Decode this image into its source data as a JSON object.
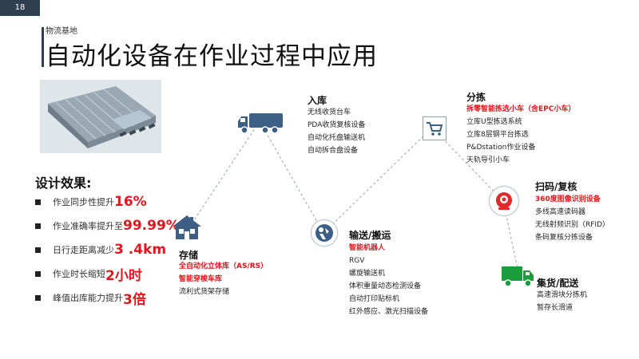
{
  "page": {
    "number": "18",
    "section": "物流基地",
    "title": "自动化设备在作业过程中应用"
  },
  "effects": {
    "title": "设计效果:",
    "items": [
      {
        "label": "作业同步性提升",
        "highlight": "16%"
      },
      {
        "label": "作业准确率提升至",
        "highlight": "99.99%"
      },
      {
        "label": "日行走距离减少",
        "highlight": "3 .4km"
      },
      {
        "label": "作业时长缩短",
        "highlight": "2小时"
      },
      {
        "label": "峰值出库能力提升",
        "highlight": "3倍"
      }
    ]
  },
  "nodes": {
    "inbound": {
      "title": "入库",
      "items": [
        "无线收货台车",
        "PDA收货复核设备",
        "自动化托盘输送机",
        "自动拆合盘设备"
      ]
    },
    "sorting": {
      "title": "分拣",
      "highlight": "拆零智能拣选小车（含EPC小车）",
      "items": [
        "立库U型拣选系统",
        "立库8层钢平台拣选",
        "P&Dstation作业设备",
        "天轨导引小车"
      ]
    },
    "storage": {
      "title": "存储",
      "highlights": [
        "全自动化立体库（AS/RS）",
        "智能穿梭车库"
      ],
      "items": [
        "流利式货架存储"
      ]
    },
    "conveying": {
      "title": "输送/搬运",
      "highlight": "智能机器人",
      "items": [
        "RGV",
        "螺旋输送机",
        "体积重量动态检测设备",
        "自动打印贴标机",
        "红外感应、激光扫描设备"
      ]
    },
    "scanning": {
      "title": "扫码/复核",
      "highlight": "360度图像识别设备",
      "items": [
        "多线高速读码器",
        "无线射频识别（RFID）",
        "条码复核分拣设备"
      ]
    },
    "dispatch": {
      "title": "集货/配送",
      "items": [
        "高速滑块分拣机",
        "暂存长滑道"
      ]
    }
  },
  "colors": {
    "accent_red": "#e8141b",
    "icon_blue": "#3d5f86",
    "icon_red": "#e02a2a",
    "icon_green": "#1a9e3c",
    "dark_bar": "#2f3f52"
  }
}
